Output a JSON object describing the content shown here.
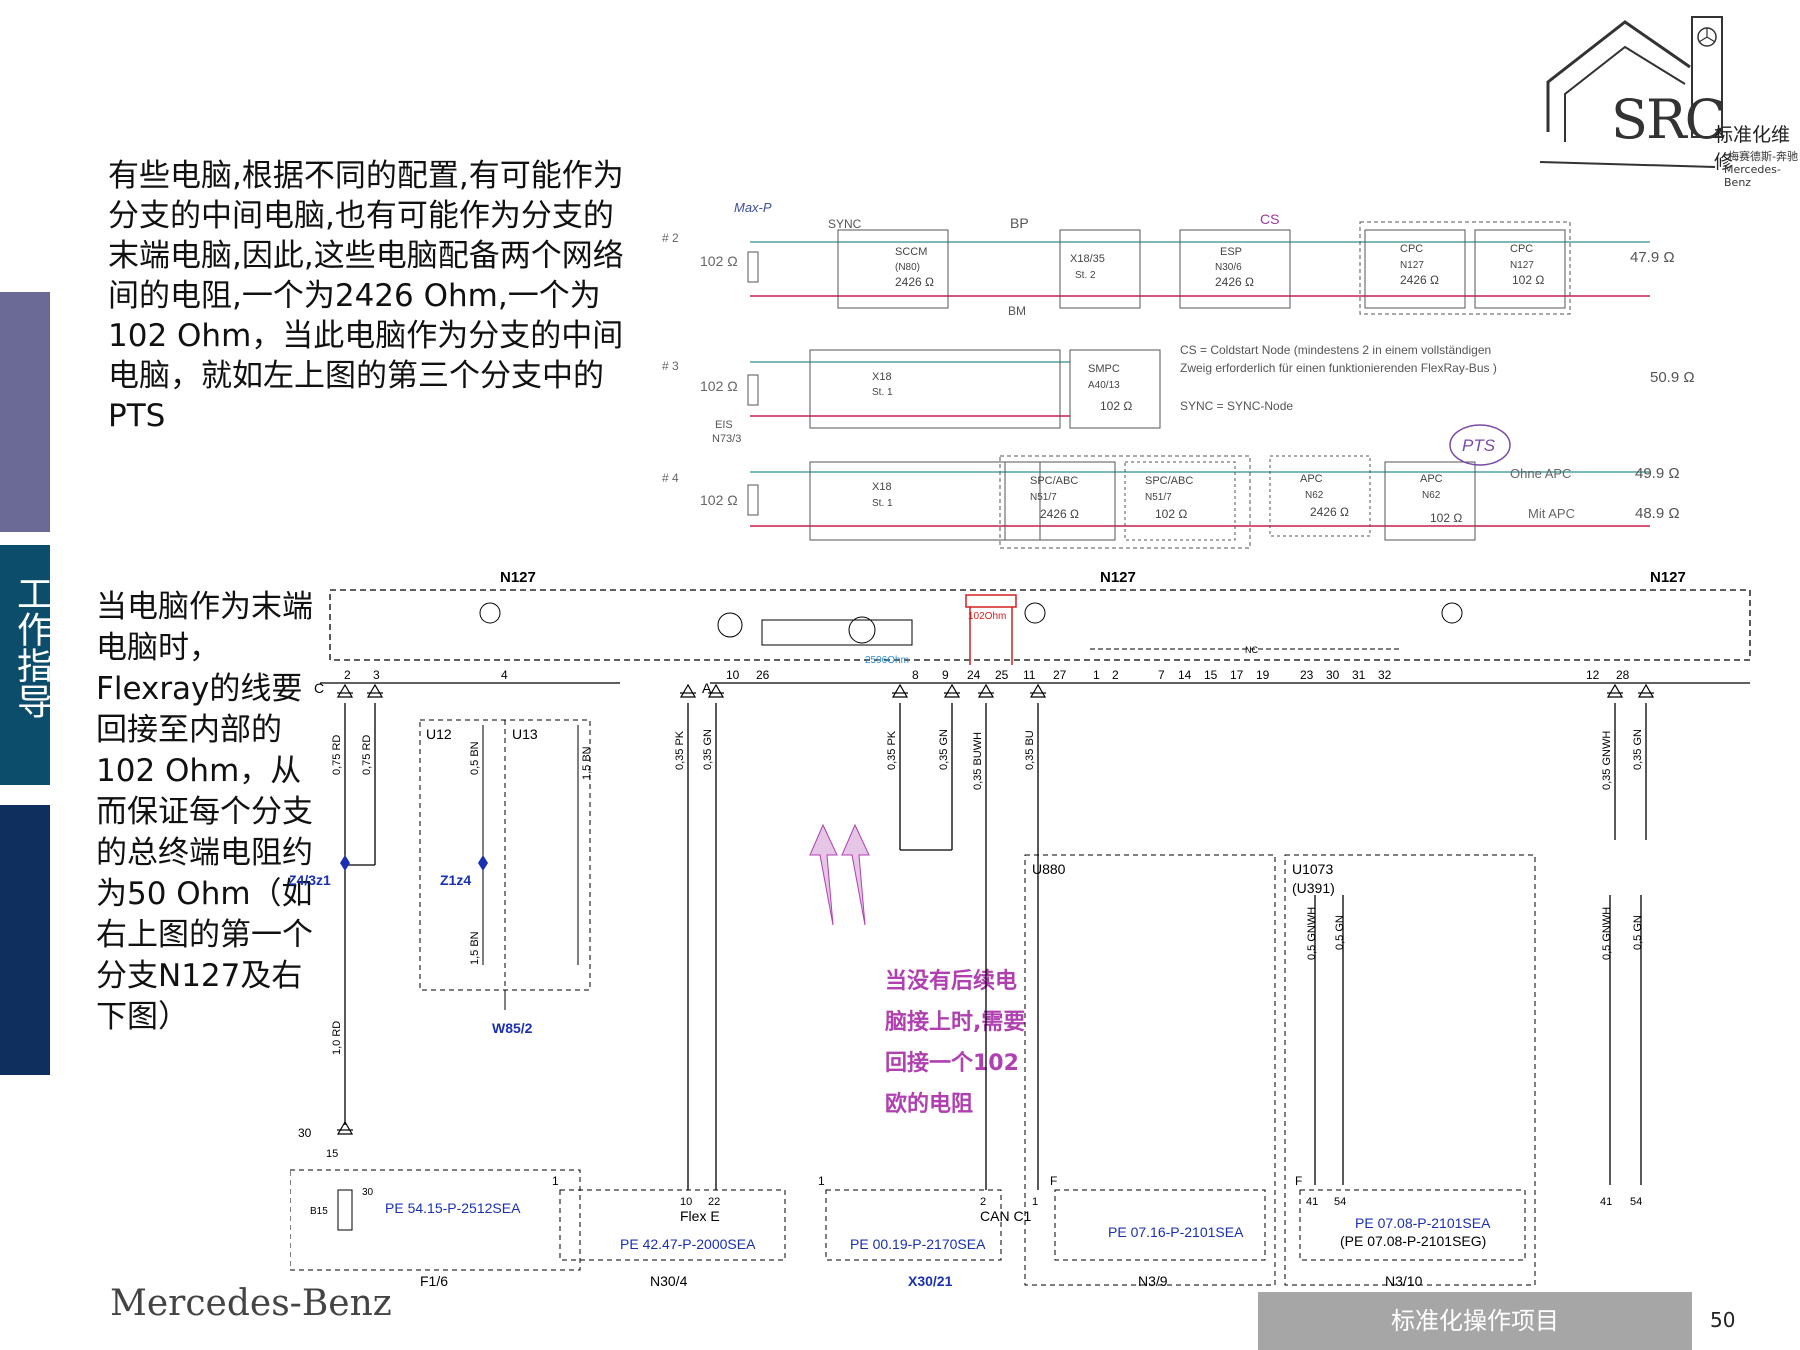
{
  "side_tab": "工作指导",
  "notes": {
    "top": "有些电脑,根据不同的配置,有可能作为分支的中间电脑,也有可能作为分支的末端电脑,因此,这些电脑配备两个网络间的电阻,一个为2426 Ohm,一个为102 Ohm，当此电脑作为分支的中间电脑，就如左上图的第三个分支中的PTS",
    "left": "当电脑作为末端电脑时，Flexray的线要回接至内部的102 Ohm，从而保证每个分支的总终端电阻约为50 Ohm（如右上图的第一个分支N127及右下图）",
    "purple": "当没有后续电脑接上时,需要回接一个102欧的电阻"
  },
  "logo": {
    "brand": "SRC",
    "cn": "标准化维修",
    "sub1": "梅赛德斯-奔驰",
    "sub2": "Mercedes-Benz"
  },
  "footer": {
    "mercedes": "Mercedes-Benz",
    "label": "标准化操作项目",
    "page": "50"
  },
  "top_diagram": {
    "rows": [
      {
        "id": "# 2",
        "left_res": "102 Ω",
        "right_res": "47.9 Ω",
        "labels": {
          "sync": "SYNC",
          "bp": "BP",
          "bm": "BM",
          "cs": "CS"
        },
        "boxes": [
          {
            "name": "SCCM",
            "code": "(N80)",
            "res": "2426 Ω"
          },
          {
            "name": "X18/35",
            "code": "St. 2",
            "res": ""
          },
          {
            "name": "ESP",
            "code": "N30/6",
            "res": "2426 Ω"
          },
          {
            "name": "CPC",
            "code": "N127",
            "res": "2426 Ω"
          },
          {
            "name": "CPC",
            "code": "N127",
            "res": "102 Ω"
          }
        ]
      },
      {
        "id": "# 3",
        "left_res": "102 Ω",
        "right_res": "50.9 Ω",
        "boxes": [
          {
            "name": "X18",
            "code": "St. 1",
            "res": ""
          },
          {
            "name": "SMPC",
            "code": "A40/13",
            "res": "102 Ω"
          }
        ],
        "legend": [
          "CS = Coldstart Node  (mindestens 2 in einem vollständigen",
          "Zweig erforderlich für einen funktionierenden FlexRay-Bus )",
          "SYNC = SYNC-Node"
        ],
        "side": [
          "EIS",
          "N73/3"
        ]
      },
      {
        "id": "# 4",
        "left_res": "102 Ω",
        "right": [
          {
            "label": "Ohne APC",
            "value": "49.9 Ω"
          },
          {
            "label": "Mit APC",
            "value": "48.9 Ω"
          }
        ],
        "boxes": [
          {
            "name": "X18",
            "code": "St. 1",
            "res": ""
          },
          {
            "name": "SPC/ABC",
            "code": "N51/7",
            "res": "2426 Ω"
          },
          {
            "name": "SPC/ABC",
            "code": "N51/7",
            "res": "102 Ω"
          },
          {
            "name": "APC",
            "code": "N62",
            "res": "2426 Ω"
          },
          {
            "name": "APC",
            "code": "N62",
            "res": "102 Ω"
          }
        ]
      }
    ],
    "handwriting": [
      "Max-P",
      "PTS"
    ]
  },
  "bottom_diagram": {
    "module_labels": [
      "N127",
      "N127",
      "N127"
    ],
    "connector_c": "C",
    "connector_a": "A",
    "pins_c": [
      "2",
      "3",
      "4"
    ],
    "pins_a": [
      "10",
      "26",
      "8",
      "9",
      "24",
      "25",
      "11",
      "27",
      "1",
      "2",
      "7",
      "14",
      "15",
      "17",
      "19",
      "23",
      "30",
      "31",
      "32",
      "12",
      "28"
    ],
    "resistor_red": "102Ohm",
    "resistor_blue": "2596Ohm",
    "nc": "NC",
    "wires": [
      "0,75 RD",
      "0,75 RD",
      "0,5 BN",
      "1,5 BN",
      "0,35 PK",
      "0,35 GN",
      "0,35 PK",
      "0,35 GN",
      "0,35 BUWH",
      "0,35 BU",
      "0,35 GNWH",
      "0,35 GN",
      "1,5 BN",
      "1,0 RD",
      "0,5 GNWH",
      "0,5 GN",
      "0,5 GNWH",
      "0,5 GN"
    ],
    "nodes": [
      "Z4/3z1",
      "Z1z4",
      "W85/2"
    ],
    "groups": [
      "U12",
      "U13",
      "U880",
      "U1073",
      "(U391)"
    ],
    "fuse": {
      "pin30": "30",
      "pin15": "15",
      "b15": "B15",
      "x30": "30"
    },
    "bottom_boxes": [
      {
        "ref": "PE 54.15-P-2512SEA",
        "name": "",
        "label": "F1/6",
        "pins": []
      },
      {
        "ref": "PE 42.47-P-2000SEA",
        "name": "Flex E",
        "label": "N30/4",
        "pins": [
          "10",
          "22"
        ]
      },
      {
        "ref": "PE 00.19-P-2170SEA",
        "name": "CAN C1",
        "label": "X30/21",
        "pins": [
          "2",
          "1"
        ]
      },
      {
        "ref": "PE 07.16-P-2101SEA",
        "name": "",
        "label": "N3/9",
        "pins": [
          "41",
          "54"
        ]
      },
      {
        "ref": "PE 07.08-P-2101SEA",
        "ref2": "(PE 07.08-P-2101SEG)",
        "name": "",
        "label": "N3/10",
        "pins": [
          "41",
          "54"
        ]
      }
    ],
    "box_prefix": [
      "1",
      "1",
      "F",
      "F"
    ]
  }
}
